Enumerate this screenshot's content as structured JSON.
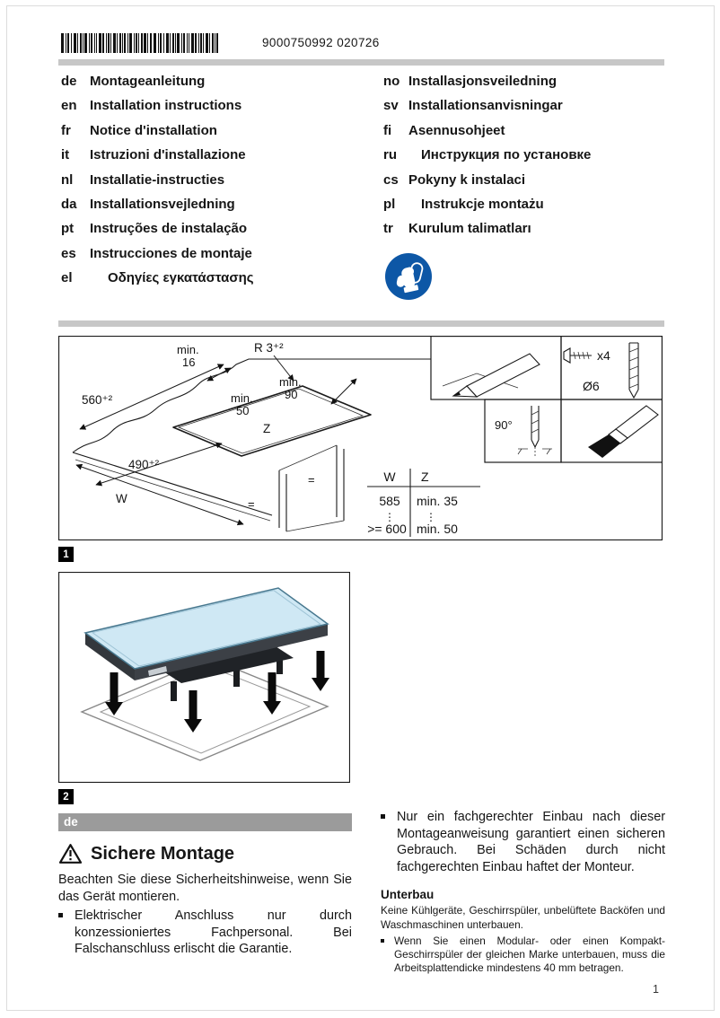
{
  "colors": {
    "mandatory_blue": "#0d57a6",
    "hob_glass": "#cfe8f4"
  },
  "icons": {
    "gloves": "wear-protective-gloves-icon",
    "warning": "warning-triangle-icon"
  },
  "header": {
    "barcode_number": "9000750992 020726"
  },
  "languages": {
    "left": [
      {
        "code": "de",
        "label": "Montageanleitung"
      },
      {
        "code": "en",
        "label": "Installation instructions"
      },
      {
        "code": "fr",
        "label": "Notice d'installation"
      },
      {
        "code": "it",
        "label": "Istruzioni d'installazione"
      },
      {
        "code": "nl",
        "label": "Installatie-instructies"
      },
      {
        "code": "da",
        "label": "Installationsvejledning"
      },
      {
        "code": "pt",
        "label": "Instruções de instalação"
      },
      {
        "code": "es",
        "label": "Instrucciones de montaje"
      },
      {
        "code": "el",
        "label": "Οδηγίες εγκατάστασης"
      }
    ],
    "right": [
      {
        "code": "no",
        "label": "Installasjonsveiledning"
      },
      {
        "code": "sv",
        "label": "Installationsanvisningar"
      },
      {
        "code": "fi",
        "label": "Asennusohjeet"
      },
      {
        "code": "ru",
        "label": "Инструкция по установке"
      },
      {
        "code": "cs",
        "label": "Pokyny k instalaci"
      },
      {
        "code": "pl",
        "label": "Instrukcje montażu"
      },
      {
        "code": "tr",
        "label": "Kurulum talimatları"
      }
    ]
  },
  "figure1": {
    "badge": "1",
    "dims": {
      "min16_a": "min.",
      "min16_b": "16",
      "d560": "560⁺²",
      "r3": "R 3⁺²",
      "min90_a": "min.",
      "min90_b": "90",
      "min50_a": "min.",
      "min50_b": "50",
      "z": "Z",
      "d490": "490⁺²",
      "w": "W",
      "eq1": "=",
      "eq2": "=",
      "x4": "x4",
      "diameter": "Ø6",
      "angle": "90°"
    },
    "table": {
      "col_w": "W",
      "col_z": "Z",
      "rows": [
        [
          "585",
          "min. 35"
        ],
        [
          ">= 600",
          "min. 50"
        ]
      ],
      "continuation": "⋮"
    }
  },
  "figure2": {
    "badge": "2"
  },
  "section": {
    "lang_tag": "de",
    "heading": "Sichere Montage",
    "intro": "Beachten Sie diese Sicherheitshinweise, wenn Sie das Gerät montieren.",
    "bullet_electrical": "Elektrischer Anschluss nur durch konzessioniertes Fachpersonal. Bei Falschanschluss erlischt die Garantie.",
    "bullet_installation": "Nur ein fachgerechter Einbau nach dieser Montageanweisung garantiert einen sicheren Gebrauch. Bei Schäden durch nicht fachgerechten Einbau haftet der Monteur.",
    "unterbau_heading": "Unterbau",
    "unterbau_text": "Keine Kühlgeräte, Geschirrspüler, unbelüftete Backöfen und Waschmaschinen unterbauen.",
    "unterbau_bullet": "Wenn Sie einen Modular- oder einen Kompakt-Geschirrspüler der gleichen Marke unterbauen, muss die Arbeitsplattendicke mindestens 40 mm betragen."
  },
  "footer": {
    "page_number": "1"
  }
}
